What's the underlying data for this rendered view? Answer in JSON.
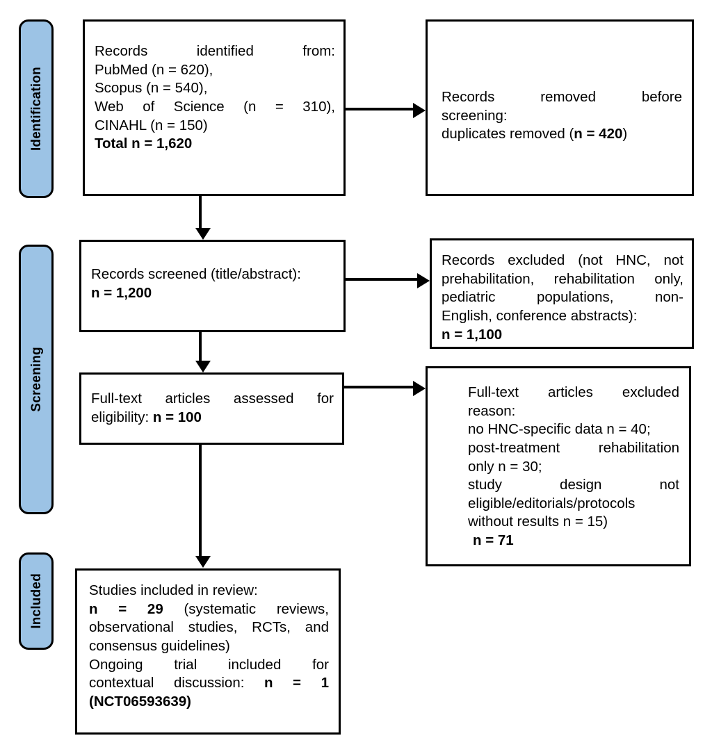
{
  "diagram": {
    "title": "PRISMA flow diagram",
    "colors": {
      "stage_pill_fill": "#9CC3E5",
      "stroke": "#000000",
      "box_fill": "#FFFFFF"
    }
  },
  "stages": [
    {
      "id": "identification",
      "label": "Identification"
    },
    {
      "id": "screening",
      "label": "Screening"
    },
    {
      "id": "included",
      "label": "Included"
    }
  ],
  "boxes": {
    "identified": {
      "lines": [
        {
          "text": "Records identified from:",
          "bold": false,
          "justify": true
        },
        {
          "text": "PubMed (n = 620),",
          "bold": false,
          "justify": false
        },
        {
          "text": "Scopus (n = 540),",
          "bold": false,
          "justify": false
        },
        {
          "text": "Web of Science (n = 310),",
          "bold": false,
          "justify": true
        },
        {
          "text": "CINAHL (n = 150)",
          "bold": false,
          "justify": false
        },
        {
          "text": "Total n = 1,620",
          "bold": true,
          "justify": false
        }
      ]
    },
    "removed": {
      "lines": [
        {
          "text": "Records removed before",
          "bold": false,
          "justify": true
        },
        {
          "text": "screening:",
          "bold": false,
          "justify": false
        },
        {
          "text": "duplicates removed (",
          "bold": false,
          "justify": false
        },
        {
          "text": "n = 420",
          "bold": true,
          "justify": false
        },
        {
          "text": ")",
          "bold": false,
          "justify": false
        }
      ],
      "line1": "Records removed before",
      "line2": "screening:",
      "line3_pre": "duplicates removed (",
      "line3_bold": "n = 420",
      "line3_post": ")"
    },
    "screened": {
      "line1": "Records screened (title/abstract):",
      "line2_bold": "n = 1,200"
    },
    "excluded_screening": {
      "line1": "Records excluded (not HNC, not",
      "line2": "prehabilitation, rehabilitation only,",
      "line3": "pediatric populations, non-",
      "line4": "English, conference abstracts):",
      "line5_bold": "n = 1,100"
    },
    "fulltext": {
      "line1": "Full-text articles assessed for",
      "line2_pre": "eligibility: ",
      "line2_bold": "n = 100"
    },
    "excluded_fulltext": {
      "line1": "Full-text articles excluded",
      "line2": "reason:",
      "line3": "no HNC-specific data n = 40;",
      "line4": "post-treatment rehabilitation",
      "line5": "only n = 30;",
      "line6": "study design not",
      "line7": "eligible/editorials/protocols",
      "line8": "without results n = 15)",
      "line9_bold": "n = 71"
    },
    "included": {
      "line1": "Studies included in review:",
      "line2_bold": "n = 29",
      "line2_post": " (systematic reviews,",
      "line3": "observational studies, RCTs, and",
      "line4": "consensus guidelines)",
      "line5": "Ongoing trial included for",
      "line6_pre": "contextual discussion: ",
      "line6_bold": "n = 1",
      "line7_bold": "(NCT06593639)"
    }
  },
  "arrows": [
    {
      "id": "identified-to-removed",
      "direction": "right"
    },
    {
      "id": "identified-to-screened",
      "direction": "down"
    },
    {
      "id": "screened-to-excluded",
      "direction": "right"
    },
    {
      "id": "screened-to-fulltext",
      "direction": "down"
    },
    {
      "id": "fulltext-to-excluded",
      "direction": "right"
    },
    {
      "id": "fulltext-to-included",
      "direction": "down"
    }
  ]
}
